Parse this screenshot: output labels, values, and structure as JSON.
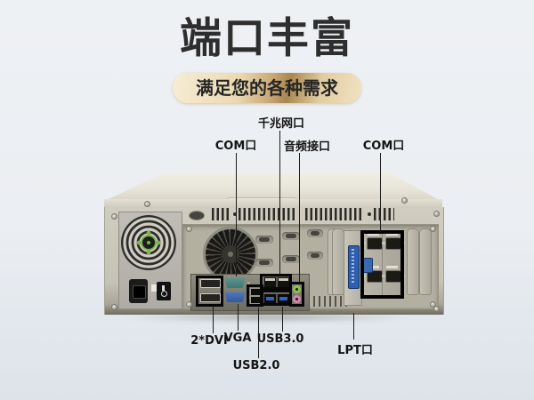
{
  "header": {
    "title": "端口丰富",
    "subtitle": "满足您的各种需求"
  },
  "annotations": {
    "top_labels": [
      "COM口",
      "千兆网口",
      "音频接口",
      "COM口"
    ],
    "bottom_labels": [
      "2*DVI",
      "VGA",
      "USB3.0",
      "USB2.0",
      "LPT口"
    ]
  },
  "colors": {
    "background": "#edf1f4",
    "title_text": "#2e2e2e",
    "ribbon_gold_light": "#f7edd4",
    "ribbon_gold_dark": "#a9874f",
    "annotation_line": "#1c1c1c",
    "port_highlight_box": "#000000",
    "chassis_beige": "#c9c6b9",
    "fan_green": "#7ab648"
  }
}
